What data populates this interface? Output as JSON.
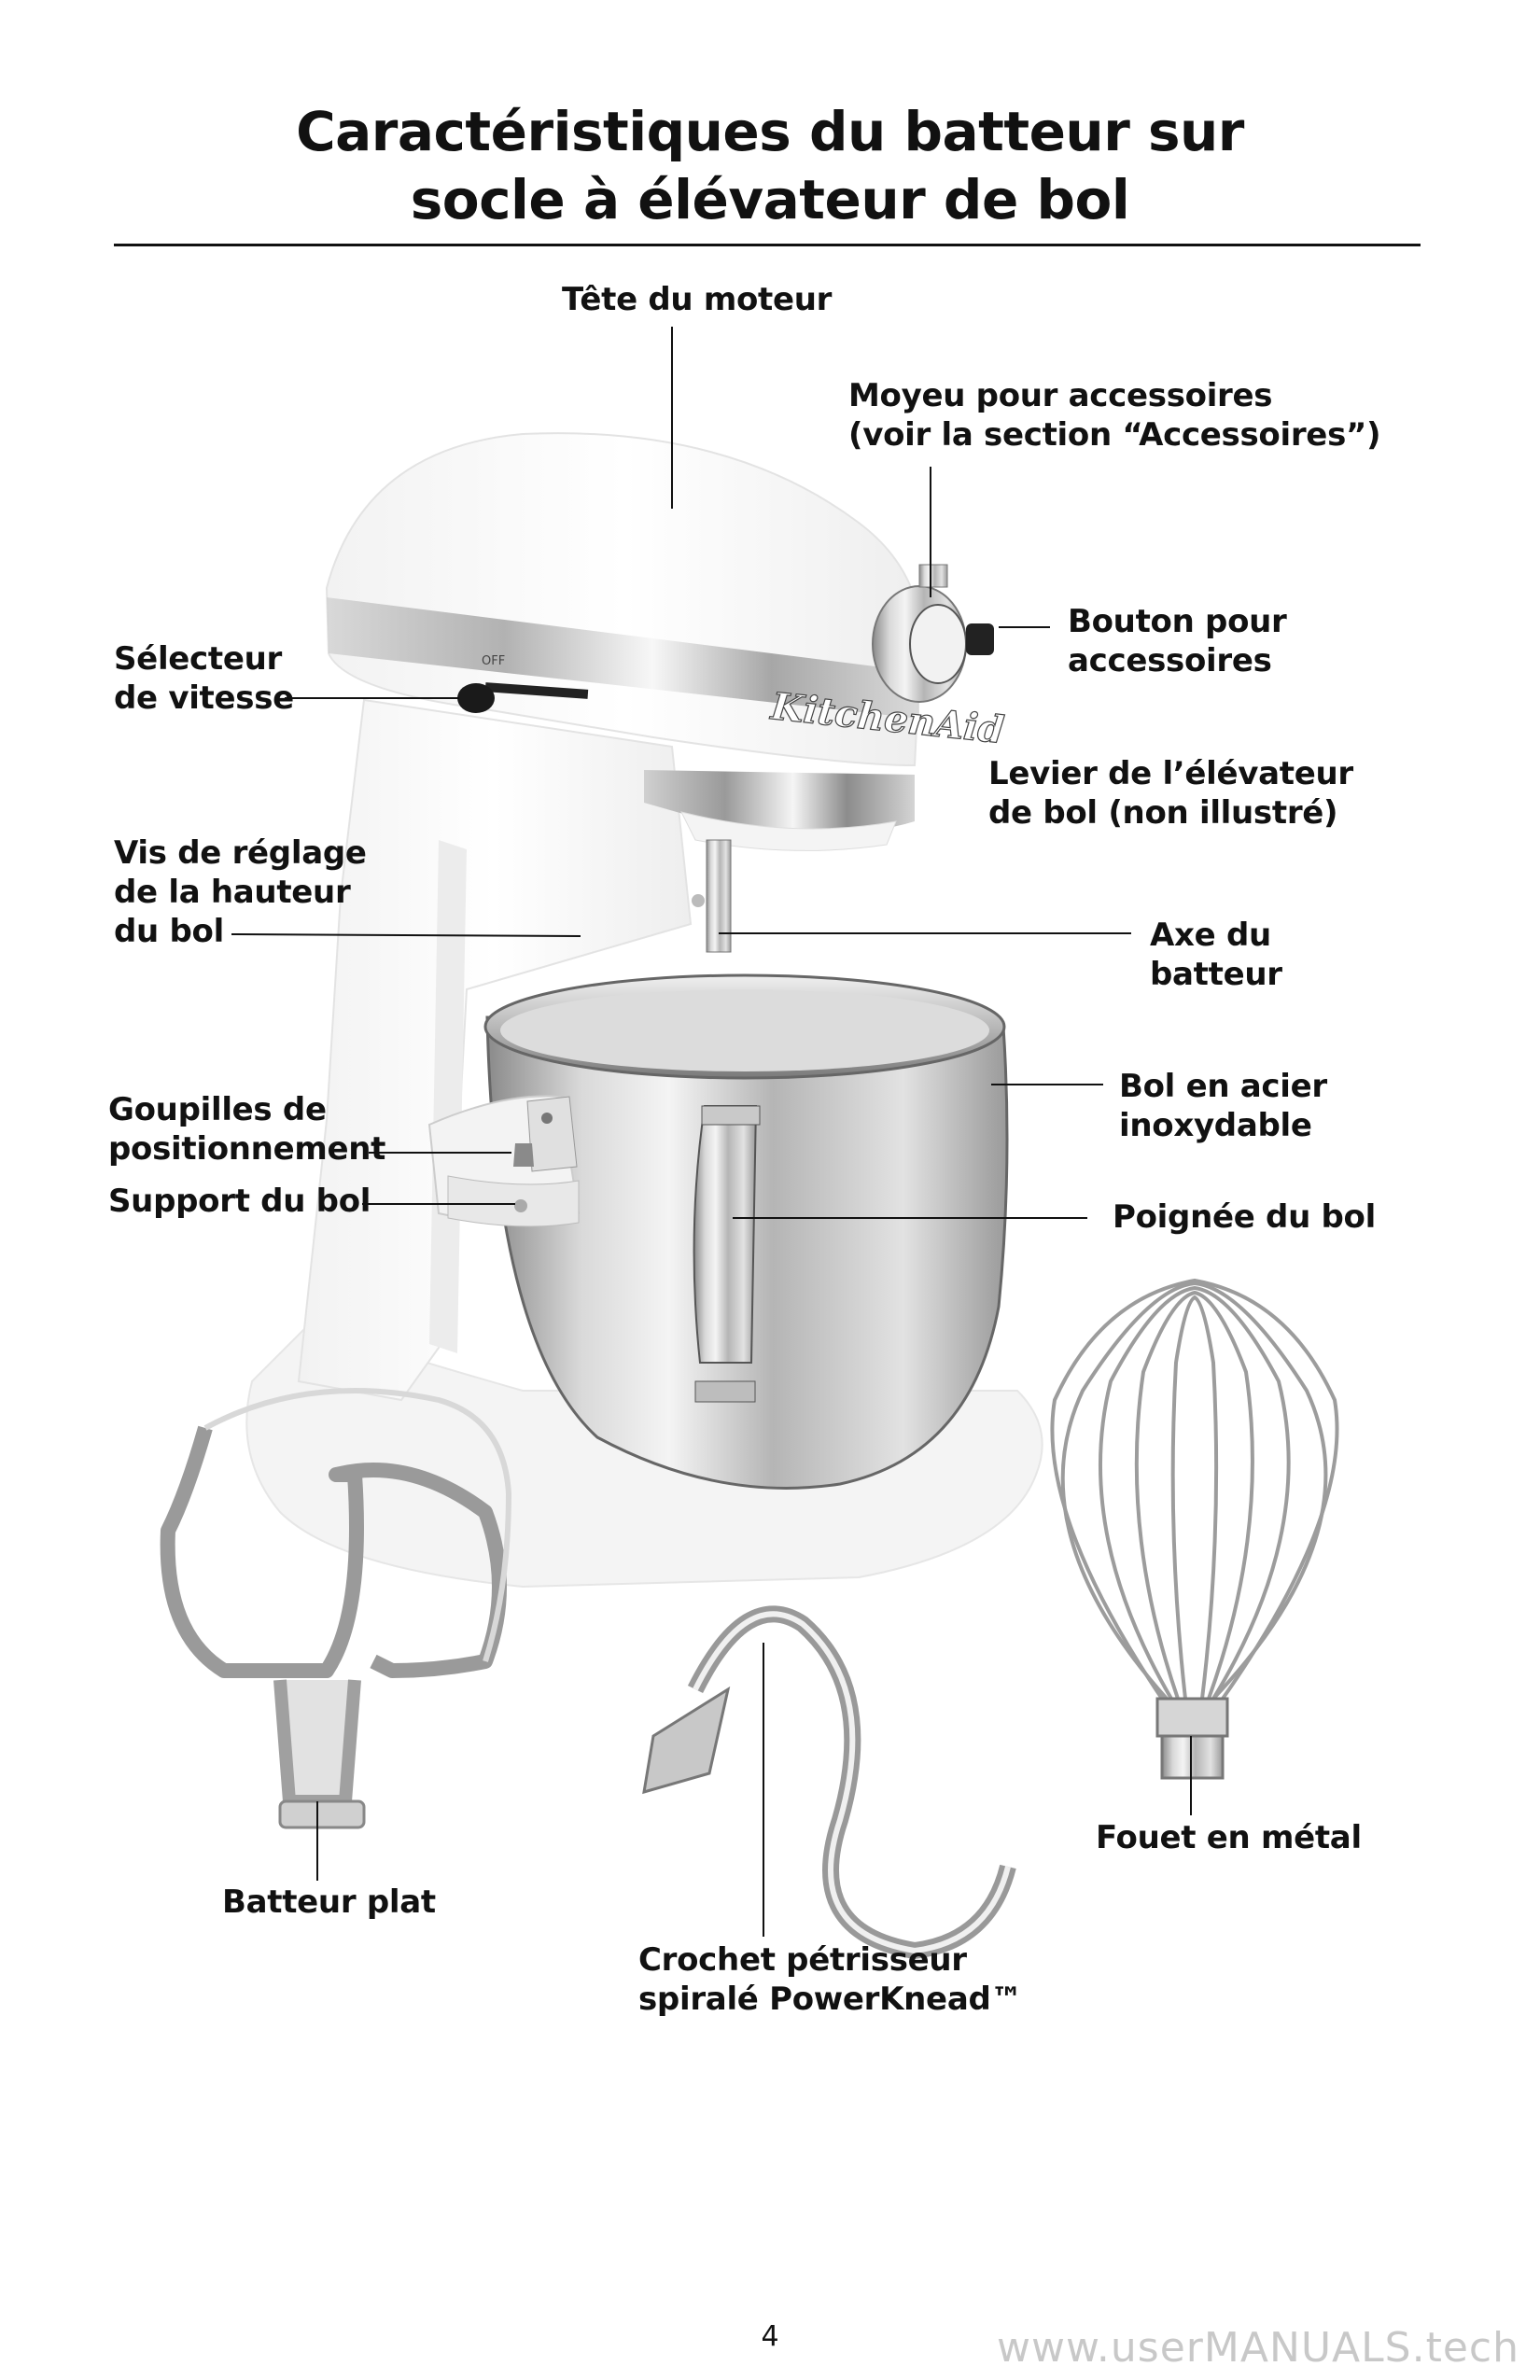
{
  "title": {
    "line1": "Caractéristiques du batteur sur",
    "line2": "socle à élévateur de bol"
  },
  "labels": {
    "motor_head": "Tête du moteur",
    "hub_line1": "Moyeu pour accessoires",
    "hub_line2": "(voir la section “Accessoires”)",
    "knob_line1": "Bouton pour",
    "knob_line2": "accessoires",
    "speed_line1": "Sélecteur",
    "speed_line2": "de vitesse",
    "lever_line1": "Levier de l’élévateur",
    "lever_line2": "de bol (non illustré)",
    "screw_line1": "Vis de réglage",
    "screw_line2": "de la hauteur",
    "screw_line3": "du bol",
    "shaft_line1": "Axe du",
    "shaft_line2": "batteur",
    "bowl_line1": "Bol en acier",
    "bowl_line2": "inoxydable",
    "pins_line1": "Goupilles de",
    "pins_line2": "positionnement",
    "support": "Support du bol",
    "handle": "Poignée du bol",
    "whip": "Fouet en métal",
    "flat_beater": "Batteur plat",
    "hook_line1": "Crochet pétrisseur",
    "hook_line2": "spiralé PowerKnead™"
  },
  "mixer_text": {
    "brand": "KitchenAid",
    "speed_off": "OFF"
  },
  "page_number": "4",
  "watermark": "www.userMANUALS.tech",
  "colors": {
    "ink": "#111111",
    "steel_light": "#e6e6e6",
    "steel_mid": "#a9a9a9",
    "steel_dark": "#6e6e6e",
    "body_shadow": "#efefef"
  }
}
